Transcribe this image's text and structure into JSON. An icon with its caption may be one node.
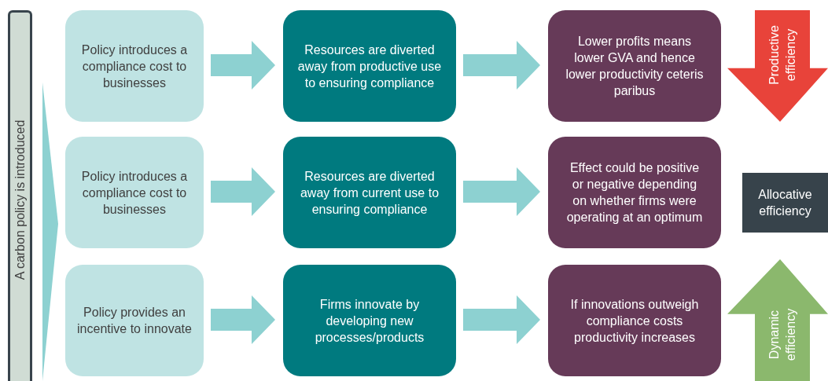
{
  "diagram": {
    "nodes": [
      {
        "text": [
          "A carbon policy is introduced"
        ]
      },
      {
        "text": [
          "Policy introduces a compliance cost to businesses"
        ]
      },
      {
        "text": [
          "Resources are diverted away from productive use to ensuring compliance"
        ]
      },
      {
        "text": [
          "Lower profits means lower GVA and hence lower productivity ceteris paribus"
        ]
      },
      {
        "text": [
          "Productive efficiency"
        ]
      },
      {
        "text": [
          "Policy introduces a compliance cost to businesses"
        ]
      },
      {
        "text": [
          "Resources are diverted away from current use to ensuring compliance"
        ]
      },
      {
        "text": [
          "Effect could be positive or negative depending on whether firms were operating at an optimum"
        ]
      },
      {
        "text": [
          "Allocative efficiency"
        ]
      },
      {
        "text": [
          "Policy provides an incentive to innovate"
        ]
      },
      {
        "text": [
          "Firms innovate by developing new processes/products"
        ]
      },
      {
        "text": [
          "If innovations outweigh compliance costs productivity increases"
        ]
      },
      {
        "text": [
          "Dynamic efficiency"
        ]
      }
    ],
    "edges": [
      {
        "from": 1,
        "to": 2,
        "arrow": "to",
        "style": "thick"
      },
      {
        "from": 2,
        "to": 3,
        "arrow": "to",
        "style": "thick"
      },
      {
        "from": 5,
        "to": 6,
        "arrow": "to",
        "style": "thick"
      },
      {
        "from": 6,
        "to": 7,
        "arrow": "to",
        "style": "thick"
      },
      {
        "from": 9,
        "to": 10,
        "arrow": "to",
        "style": "thick"
      },
      {
        "from": 10,
        "to": 11,
        "arrow": "to",
        "style": "thick"
      }
    ]
  }
}
